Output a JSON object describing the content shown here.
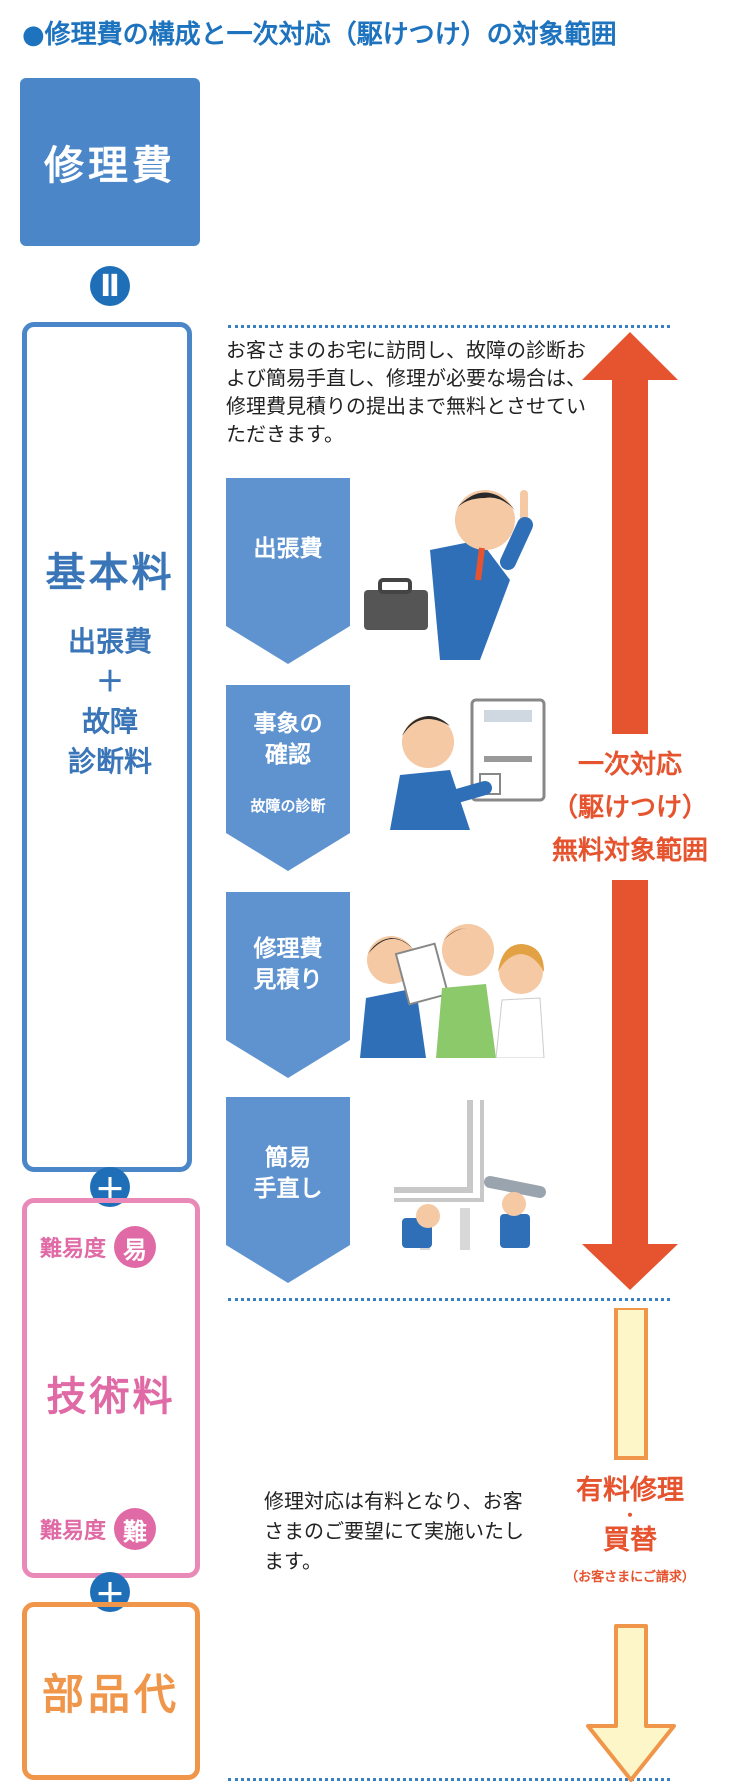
{
  "title": "●修理費の構成と一次対応（駆けつけ）の対象範囲",
  "left": {
    "shuuri": "修理費",
    "equals": "Ⅱ",
    "kihon_title": "基本料",
    "kihon_sub": [
      "出張費",
      "＋",
      "故障",
      "診断料"
    ],
    "plus": "＋",
    "difficulty_label": "難易度",
    "easy_badge": "易",
    "hard_badge": "難",
    "gijutsu_title": "技術料",
    "buhin": "部品代"
  },
  "description_top": "お客さまのお宅に訪問し、故障の診断および簡易手直し、修理が必要な場合は、修理費見積りの提出まで無料とさせていただきます。",
  "steps": [
    {
      "lines": [
        "出張費"
      ],
      "sub": ""
    },
    {
      "lines": [
        "事象の",
        "確認"
      ],
      "sub": "故障の診断"
    },
    {
      "lines": [
        "修理費",
        "見積り"
      ],
      "sub": ""
    },
    {
      "lines": [
        "簡易",
        "手直し"
      ],
      "sub": ""
    }
  ],
  "free_scope_label": [
    "一次対応",
    "（駆けつけ）",
    "無料対象範囲"
  ],
  "description_bottom": "修理対応は有料となり、お客さまのご要望にて実施いたします。",
  "paid_label": {
    "line1": "有料修理",
    "dot": "・",
    "line2": "買替",
    "note": "（お客さまにご請求）"
  },
  "colors": {
    "blue": "#4a86c8",
    "dark_blue": "#1f6fb8",
    "pink": "#e06aa5",
    "orange": "#f0964a",
    "red": "#e6542f",
    "cream": "#fdf6c8"
  }
}
